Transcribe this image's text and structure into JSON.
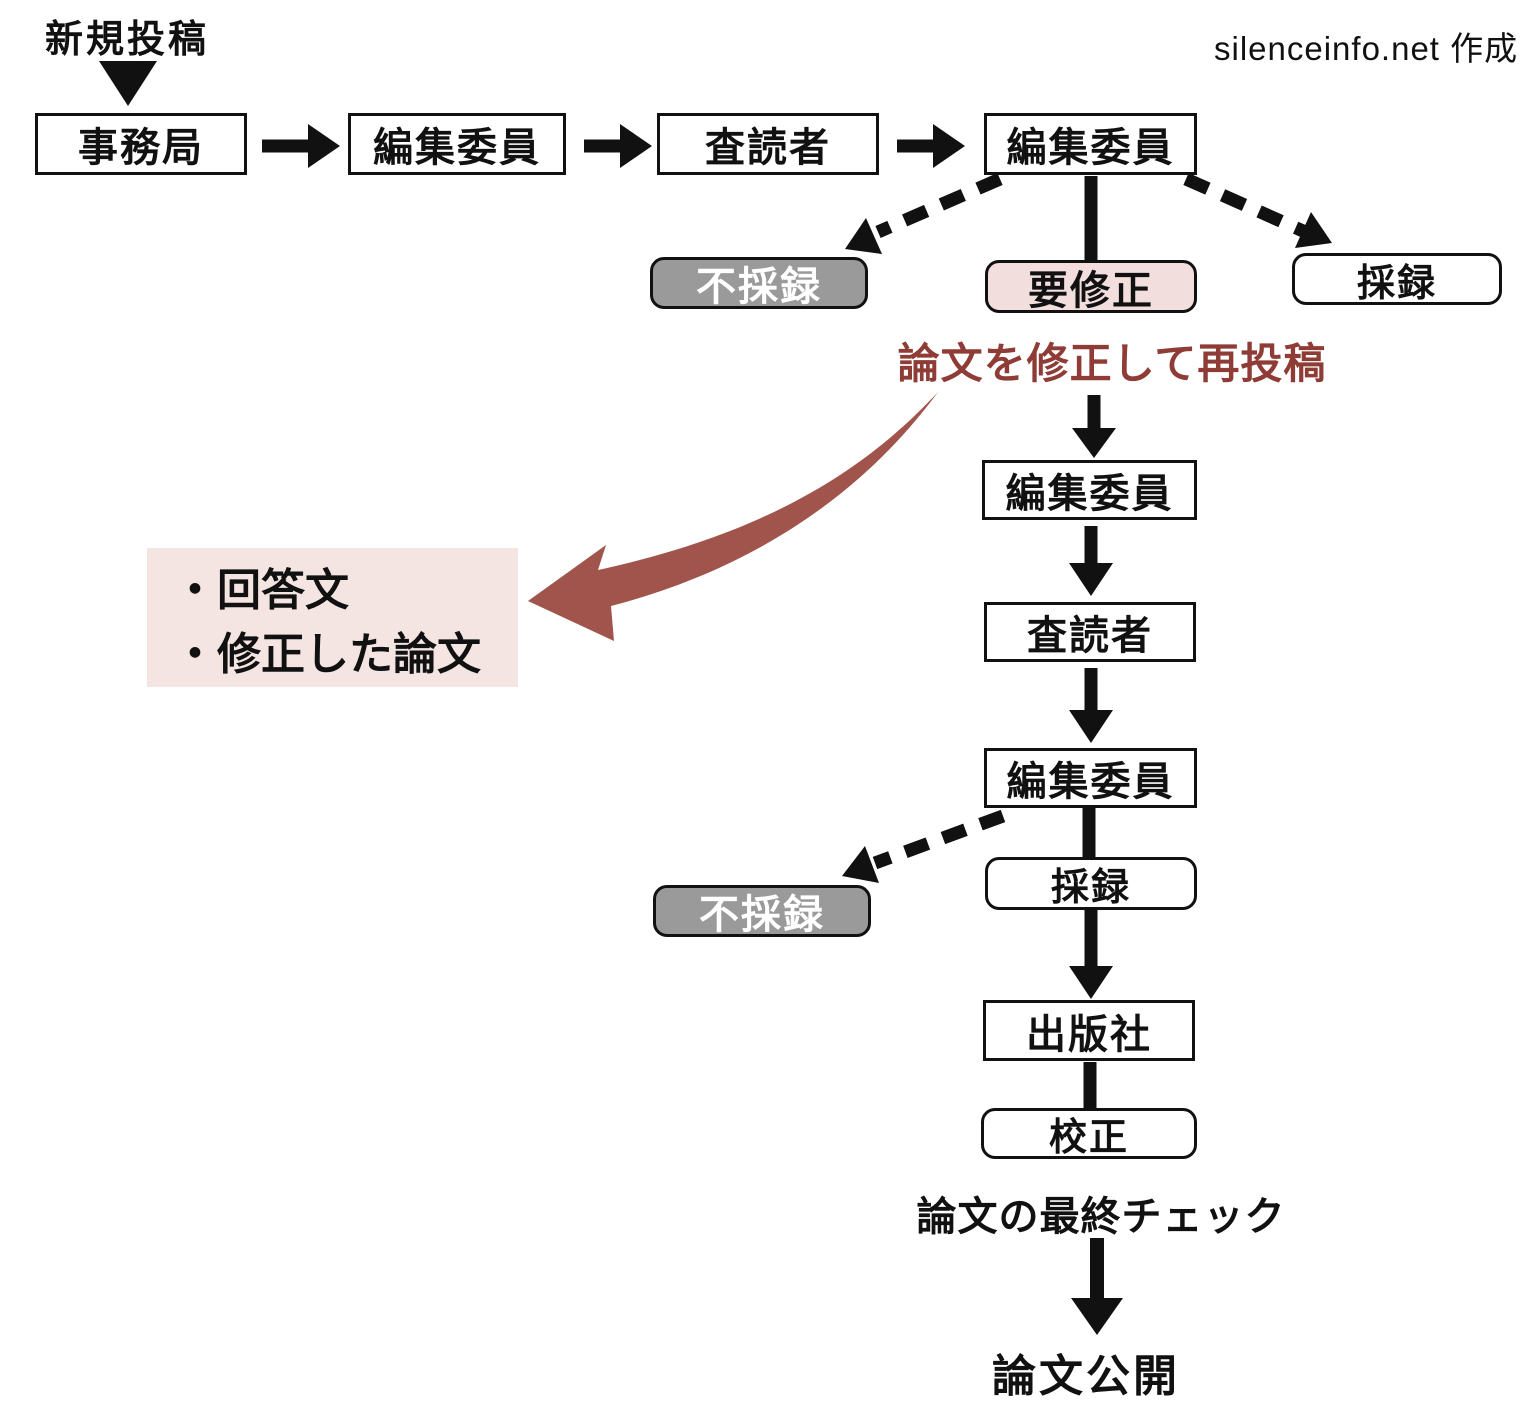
{
  "labels": {
    "start": "新規投稿",
    "credit": "silenceinfo.net 作成",
    "resubmit_note": "論文を修正して再投稿",
    "final_check": "論文の最終チェック",
    "end": "論文公開"
  },
  "nodes": {
    "office": "事務局",
    "editor1": "編集委員",
    "reviewer1": "査読者",
    "editor2": "編集委員",
    "reject1": "不採録",
    "revise": "要修正",
    "accept1": "採録",
    "editor3": "編集委員",
    "reviewer2": "査読者",
    "editor4": "編集委員",
    "reject2": "不採録",
    "accept2": "採録",
    "publisher": "出版社",
    "proof": "校正"
  },
  "note_box": {
    "line1": "・回答文",
    "line2": "・修正した論文"
  },
  "colors": {
    "ink": "#111111",
    "reject_bg": "#9a9a9a",
    "reject_text": "#ffffff",
    "revise_bg": "#f2dedd",
    "note_bg": "#f4e5e2",
    "red_text": "#8e3c35",
    "red_arrow": "#a0544c"
  }
}
